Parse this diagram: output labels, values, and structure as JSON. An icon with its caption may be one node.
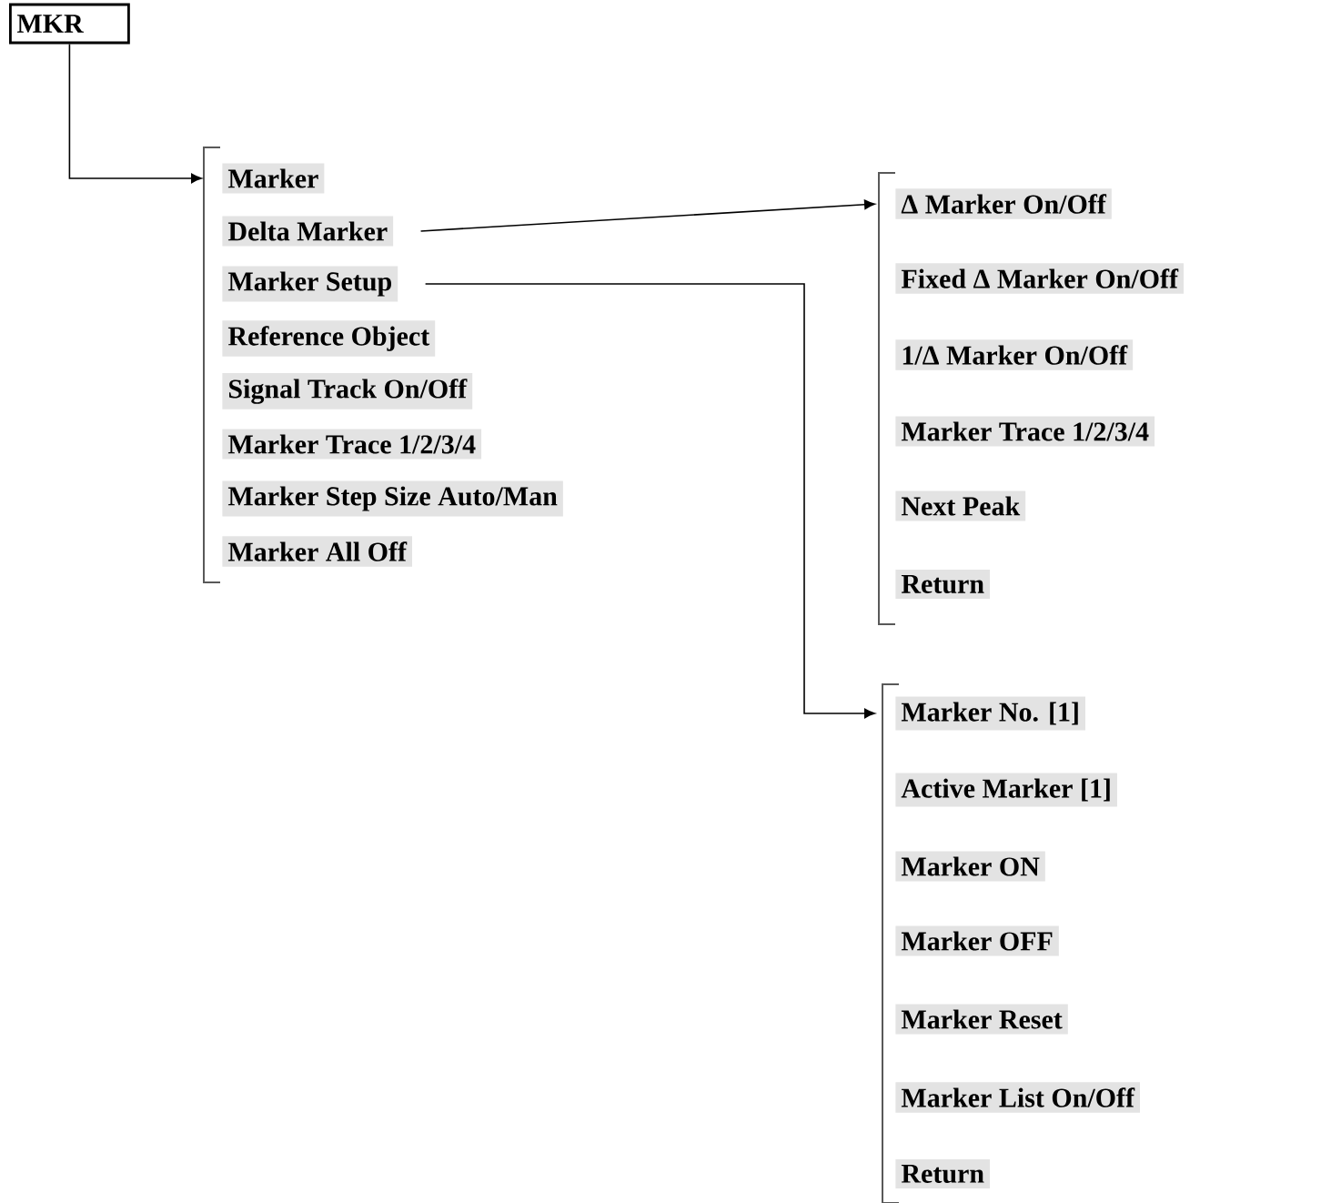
{
  "diagram": {
    "nodes": [
      {
        "text": [
          "MKR"
        ]
      },
      {
        "text": [
          "Marker"
        ]
      },
      {
        "text": [
          "Delta Marker"
        ]
      },
      {
        "text": [
          "Marker Setup"
        ]
      },
      {
        "text": [
          "Reference Object"
        ]
      },
      {
        "text": [
          "Signal Track On/Off"
        ]
      },
      {
        "text": [
          "Marker Trace 1/2/3/4"
        ]
      },
      {
        "text": [
          "Marker Step Size Auto/Man"
        ]
      },
      {
        "text": [
          "Marker All Off"
        ]
      },
      {
        "text": [
          "Δ Marker On/Off"
        ]
      },
      {
        "text": [
          "Fixed Δ Marker On/Off"
        ]
      },
      {
        "text": [
          "1/Δ Marker On/Off"
        ]
      },
      {
        "text": [
          "Marker Trace 1/2/3/4"
        ]
      },
      {
        "text": [
          "Next Peak"
        ]
      },
      {
        "text": [
          "Return"
        ]
      },
      {
        "text": [
          "Marker No. [1]"
        ]
      },
      {
        "text": [
          "Active Marker [1]"
        ]
      },
      {
        "text": [
          "Marker ON"
        ]
      },
      {
        "text": [
          "Marker OFF"
        ]
      },
      {
        "text": [
          "Marker Reset"
        ]
      },
      {
        "text": [
          "Marker List On/Off"
        ]
      },
      {
        "text": [
          "Return"
        ]
      }
    ],
    "edges": [
      {
        "from": 0,
        "to": 1,
        "arrow": "to"
      },
      {
        "from": 2,
        "to": 9,
        "arrow": "to"
      },
      {
        "from": 3,
        "to": 15,
        "arrow": "to"
      }
    ]
  }
}
